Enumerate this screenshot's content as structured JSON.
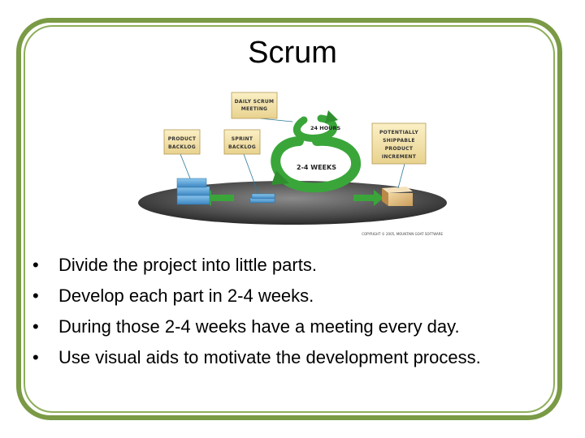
{
  "slide": {
    "title": "Scrum",
    "bullets": [
      "Divide the project into little parts.",
      "Develop each part in 2-4 weeks.",
      "During those 2-4 weeks have a meeting every day.",
      "Use visual aids to motivate the development process."
    ],
    "bullet_glyph": "•"
  },
  "diagram": {
    "daily_meeting": [
      "DAILY SCRUM",
      "MEETING"
    ],
    "product_backlog": [
      "PRODUCT",
      "BACKLOG"
    ],
    "sprint_backlog": [
      "SPRINT",
      "BACKLOG"
    ],
    "increment": [
      "POTENTIALLY",
      "SHIPPABLE",
      "PRODUCT",
      "INCREMENT"
    ],
    "hours": "24 HOURS",
    "weeks": "2-4 WEEKS",
    "copyright": "COPYRIGHT © 2005, MOUNTAIN GOAT SOFTWARE"
  },
  "colors": {
    "frame": "#7a9a45",
    "cycle_arrow": "#3aa63a",
    "note": "#f3e3a8",
    "stack": "#5fa8d8"
  }
}
